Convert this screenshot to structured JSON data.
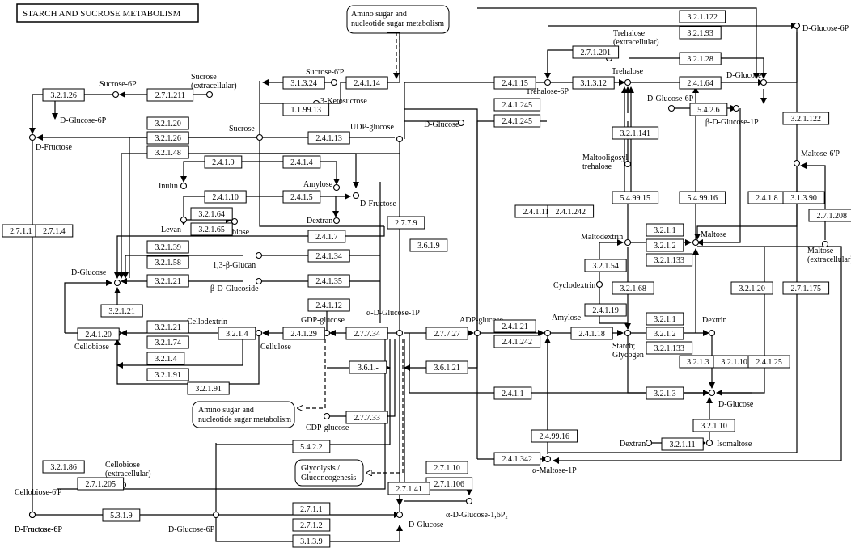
{
  "title": "STARCH AND SUCROSE METABOLISM",
  "maps": [
    {
      "line1": "Amino sugar and",
      "line2": "nucleotide sugar metabolism"
    },
    {
      "line1": "Amino sugar and",
      "line2": "nucleotide sugar metabolism"
    },
    {
      "line1": "Glycolysis /",
      "line2": "Gluconeogenesis"
    }
  ],
  "highlight_colors": {
    "red": "#e8322e",
    "magenta": "#e040e0",
    "cyan": "#66e8c8",
    "pink": "#f2b7f2"
  },
  "enzymes": [
    {
      "label": "3.2.1.26",
      "hl": ""
    },
    {
      "label": "2.7.1.211",
      "hl": ""
    },
    {
      "label": "3.1.3.24",
      "hl": ""
    },
    {
      "label": "2.4.1.14",
      "hl": ""
    },
    {
      "label": "1.1.99.13",
      "hl": ""
    },
    {
      "label": "3.2.1.20",
      "hl": ""
    },
    {
      "label": "3.2.1.26",
      "hl": ""
    },
    {
      "label": "3.2.1.48",
      "hl": ""
    },
    {
      "label": "2.4.1.13",
      "hl": ""
    },
    {
      "label": "2.4.1.9",
      "hl": ""
    },
    {
      "label": "2.4.1.4",
      "hl": ""
    },
    {
      "label": "2.4.1.10",
      "hl": ""
    },
    {
      "label": "2.4.1.5",
      "hl": ""
    },
    {
      "label": "3.2.1.64",
      "hl": ""
    },
    {
      "label": "3.2.1.65",
      "hl": ""
    },
    {
      "label": "2.4.1.7",
      "hl": ""
    },
    {
      "label": "3.2.1.39",
      "hl": "cyan"
    },
    {
      "label": "3.2.1.58",
      "hl": ""
    },
    {
      "label": "2.4.1.34",
      "hl": ""
    },
    {
      "label": "3.2.1.21",
      "hl": "red"
    },
    {
      "label": "2.4.1.35",
      "hl": ""
    },
    {
      "label": "2.4.1.12",
      "hl": "pink"
    },
    {
      "label": "3.2.1.21",
      "hl": "red"
    },
    {
      "label": "3.2.1.21",
      "hl": "red"
    },
    {
      "label": "3.2.1.74",
      "hl": ""
    },
    {
      "label": "2.4.1.20",
      "hl": ""
    },
    {
      "label": "3.2.1.4",
      "hl": ""
    },
    {
      "label": "3.2.1.4",
      "hl": ""
    },
    {
      "label": "3.2.1.91",
      "hl": ""
    },
    {
      "label": "3.2.1.91",
      "hl": ""
    },
    {
      "label": "2.4.1.29",
      "hl": ""
    },
    {
      "label": "2.7.7.34",
      "hl": ""
    },
    {
      "label": "3.6.1.-",
      "hl": ""
    },
    {
      "label": "2.7.7.9",
      "hl": ""
    },
    {
      "label": "3.6.1.9",
      "hl": ""
    },
    {
      "label": "2.7.7.33",
      "hl": ""
    },
    {
      "label": "5.4.2.2",
      "hl": ""
    },
    {
      "label": "2.7.1.1",
      "hl": ""
    },
    {
      "label": "2.7.1.4",
      "hl": ""
    },
    {
      "label": "3.2.1.86",
      "hl": ""
    },
    {
      "label": "2.7.1.205",
      "hl": ""
    },
    {
      "label": "5.3.1.9",
      "hl": ""
    },
    {
      "label": "2.7.1.1",
      "hl": ""
    },
    {
      "label": "2.7.1.2",
      "hl": ""
    },
    {
      "label": "3.1.3.9",
      "hl": ""
    },
    {
      "label": "2.7.7.27",
      "hl": ""
    },
    {
      "label": "3.6.1.21",
      "hl": ""
    },
    {
      "label": "2.4.1.21",
      "hl": ""
    },
    {
      "label": "2.4.1.242",
      "hl": ""
    },
    {
      "label": "2.4.1.1",
      "hl": "magenta"
    },
    {
      "label": "2.7.1.10",
      "hl": ""
    },
    {
      "label": "2.7.1.106",
      "hl": ""
    },
    {
      "label": "2.7.1.41",
      "hl": ""
    },
    {
      "label": "2.4.1.342",
      "hl": ""
    },
    {
      "label": "2.4.99.16",
      "hl": ""
    },
    {
      "label": "2.4.1.15",
      "hl": ""
    },
    {
      "label": "2.4.1.245",
      "hl": ""
    },
    {
      "label": "2.4.1.245",
      "hl": ""
    },
    {
      "label": "2.7.1.201",
      "hl": ""
    },
    {
      "label": "3.1.3.12",
      "hl": ""
    },
    {
      "label": "3.2.1.122",
      "hl": ""
    },
    {
      "label": "3.2.1.93",
      "hl": ""
    },
    {
      "label": "3.2.1.28",
      "hl": ""
    },
    {
      "label": "2.4.1.64",
      "hl": ""
    },
    {
      "label": "5.4.2.6",
      "hl": ""
    },
    {
      "label": "3.2.1.122",
      "hl": ""
    },
    {
      "label": "3.2.1.141",
      "hl": ""
    },
    {
      "label": "5.4.99.15",
      "hl": ""
    },
    {
      "label": "5.4.99.16",
      "hl": ""
    },
    {
      "label": "2.4.1.11",
      "hl": ""
    },
    {
      "label": "2.4.1.242",
      "hl": ""
    },
    {
      "label": "3.2.1.1",
      "hl": ""
    },
    {
      "label": "3.2.1.2",
      "hl": "magenta"
    },
    {
      "label": "3.2.1.133",
      "hl": ""
    },
    {
      "label": "3.2.1.54",
      "hl": ""
    },
    {
      "label": "3.2.1.68",
      "hl": ""
    },
    {
      "label": "2.4.1.19",
      "hl": ""
    },
    {
      "label": "2.4.1.18",
      "hl": ""
    },
    {
      "label": "3.2.1.1",
      "hl": ""
    },
    {
      "label": "3.2.1.2",
      "hl": "magenta"
    },
    {
      "label": "3.2.1.133",
      "hl": ""
    },
    {
      "label": "3.2.1.3",
      "hl": ""
    },
    {
      "label": "3.2.1.10",
      "hl": ""
    },
    {
      "label": "3.2.1.20",
      "hl": ""
    },
    {
      "label": "2.4.1.25",
      "hl": ""
    },
    {
      "label": "3.2.1.3",
      "hl": ""
    },
    {
      "label": "3.2.1.10",
      "hl": ""
    },
    {
      "label": "3.2.1.11",
      "hl": ""
    },
    {
      "label": "2.7.1.175",
      "hl": ""
    },
    {
      "label": "2.4.1.8",
      "hl": ""
    },
    {
      "label": "3.1.3.90",
      "hl": ""
    },
    {
      "label": "2.7.1.208",
      "hl": ""
    }
  ],
  "compounds": [
    {
      "label": "Sucrose\n(extracellular)"
    },
    {
      "label": "Sucrose-6P"
    },
    {
      "label": "D-Glucose-6P"
    },
    {
      "label": "D-Fructose"
    },
    {
      "label": "D-Fructose-6P"
    },
    {
      "label": "Sucrose-6'P"
    },
    {
      "label": "3-Ketosucrose"
    },
    {
      "label": "Sucrose"
    },
    {
      "label": "UDP-glucose"
    },
    {
      "label": "Inulin"
    },
    {
      "label": "Amylose"
    },
    {
      "label": "D-Fructose"
    },
    {
      "label": "Levan"
    },
    {
      "label": "Levanbiose"
    },
    {
      "label": "Dextran"
    },
    {
      "label": "1,3-β-Glucan"
    },
    {
      "label": "D-Glucose"
    },
    {
      "label": "β-D-Glucoside"
    },
    {
      "label": "Cellodextrin"
    },
    {
      "label": "Cellobiose"
    },
    {
      "label": "Cellulose"
    },
    {
      "label": "GDP-glucose"
    },
    {
      "label": "α-D-Glucose-1P"
    },
    {
      "label": "CDP-glucose"
    },
    {
      "label": "Cellobiose\n(extracellular)"
    },
    {
      "label": "Cellobiose-6'P"
    },
    {
      "label": "D-Fructose-6P"
    },
    {
      "label": "D-Glucose-6P"
    },
    {
      "label": "D-Glucose"
    },
    {
      "label": "α-D-Glucose-1,6P₂"
    },
    {
      "label": "ADP-glucose"
    },
    {
      "label": "Amylose"
    },
    {
      "label": "Starch;\nGlycogen"
    },
    {
      "label": "α-Maltose-1P"
    },
    {
      "label": "D-Glucose"
    },
    {
      "label": "Trehalose\n(extracellular)"
    },
    {
      "label": "Trehalose-6P"
    },
    {
      "label": "Trehalose"
    },
    {
      "label": "D-Glucose"
    },
    {
      "label": "D-Glucose-6P"
    },
    {
      "label": "β-D-Glucose-1P"
    },
    {
      "label": "D-Glucose-6P"
    },
    {
      "label": "Maltooligosyl-\ntrehalose"
    },
    {
      "label": "Maltodextrin"
    },
    {
      "label": "Maltose"
    },
    {
      "label": "Cyclodextrin"
    },
    {
      "label": "Dextrin"
    },
    {
      "label": "D-Glucose"
    },
    {
      "label": "Dextran"
    },
    {
      "label": "Isomaltose"
    },
    {
      "label": "Maltose-6'P"
    },
    {
      "label": "Maltose\n(extracellular)"
    }
  ]
}
